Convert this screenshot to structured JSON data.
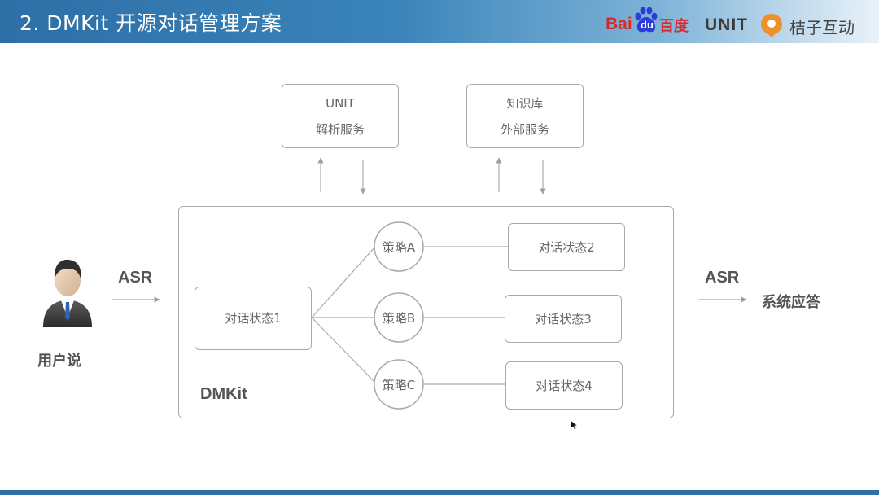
{
  "header": {
    "title": "2. DMKit 开源对话管理方案",
    "logos": {
      "baidu_prefix": "Bai",
      "baidu_paw_text": "du",
      "baidu_cn": "百度",
      "unit": "UNIT",
      "juzi": "桔子互动"
    }
  },
  "diagram": {
    "services": [
      {
        "line1": "UNIT",
        "line2": "解析服务"
      },
      {
        "line1": "知识库",
        "line2": "外部服务"
      }
    ],
    "container_label": "DMKit",
    "user_label": "用户说",
    "input_arrow_label": "ASR",
    "output_arrow_label": "ASR",
    "response_label": "系统应答",
    "start_state": "对话状态1",
    "strategies": [
      "策略A",
      "策略B",
      "策略C"
    ],
    "end_states": [
      "对话状态2",
      "对话状态3",
      "对话状态4"
    ]
  },
  "colors": {
    "header_blue": "#2d6fa6",
    "box_border": "#a9a9a9",
    "text_gray": "#666666",
    "baidu_red": "#d62b2b",
    "juzi_orange": "#f0902a"
  }
}
